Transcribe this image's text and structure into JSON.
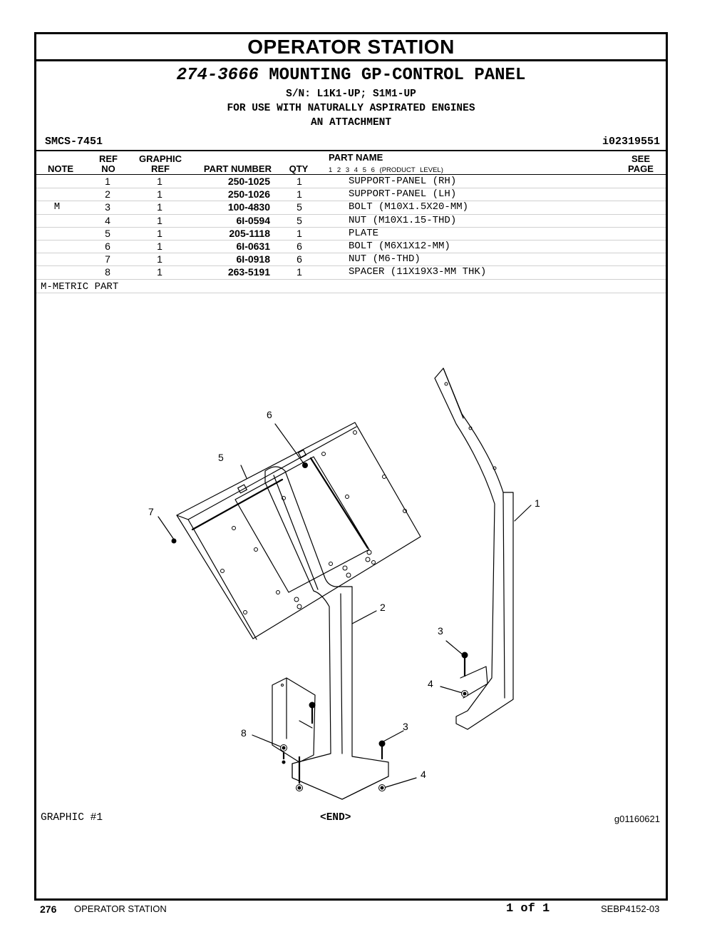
{
  "section_title": "OPERATOR STATION",
  "group": {
    "part_number": "274-3666",
    "name": "MOUNTING GP-CONTROL PANEL",
    "serial": "S/N: L1K1-UP; S1M1-UP",
    "usage": "FOR USE WITH NATURALLY ASPIRATED ENGINES",
    "type": "AN ATTACHMENT"
  },
  "smcs": "SMCS-7451",
  "doc_id": "i02319551",
  "table": {
    "headers": {
      "note": "NOTE",
      "ref_line1": "REF",
      "ref_line2": "NO",
      "graphic_line1": "GRAPHIC",
      "graphic_line2": "REF",
      "part_number": "PART NUMBER",
      "qty": "QTY",
      "part_name": "PART NAME",
      "product_level": "1 2 3 4 5 6 (PRODUCT LEVEL)",
      "see_line1": "SEE",
      "see_line2": "PAGE"
    },
    "rows": [
      {
        "note": "",
        "ref": "1",
        "graphic": "1",
        "part_number": "250-1025",
        "qty": "1",
        "name": "SUPPORT-PANEL (RH)"
      },
      {
        "note": "",
        "ref": "2",
        "graphic": "1",
        "part_number": "250-1026",
        "qty": "1",
        "name": "SUPPORT-PANEL (LH)"
      },
      {
        "note": "M",
        "ref": "3",
        "graphic": "1",
        "part_number": "100-4830",
        "qty": "5",
        "name": "BOLT (M10X1.5X20-MM)"
      },
      {
        "note": "",
        "ref": "4",
        "graphic": "1",
        "part_number": "6I-0594",
        "qty": "5",
        "name": "NUT (M10X1.15-THD)"
      },
      {
        "note": "",
        "ref": "5",
        "graphic": "1",
        "part_number": "205-1118",
        "qty": "1",
        "name": "PLATE"
      },
      {
        "note": "",
        "ref": "6",
        "graphic": "1",
        "part_number": "6I-0631",
        "qty": "6",
        "name": "BOLT (M6X1X12-MM)"
      },
      {
        "note": "",
        "ref": "7",
        "graphic": "1",
        "part_number": "6I-0918",
        "qty": "6",
        "name": "NUT (M6-THD)"
      },
      {
        "note": "",
        "ref": "8",
        "graphic": "1",
        "part_number": "263-5191",
        "qty": "1",
        "name": "SPACER (11X19X3-MM THK)"
      }
    ]
  },
  "metric_note": "M-METRIC PART",
  "callouts": [
    "1",
    "2",
    "3",
    "3",
    "4",
    "4",
    "5",
    "6",
    "7",
    "8"
  ],
  "graphic_label": "GRAPHIC #1",
  "end_label": "<END>",
  "graphic_id": "g01160621",
  "footer": {
    "page": "276",
    "section": "OPERATOR STATION",
    "page_of": "1 of 1",
    "doc_number": "SEBP4152-03"
  }
}
